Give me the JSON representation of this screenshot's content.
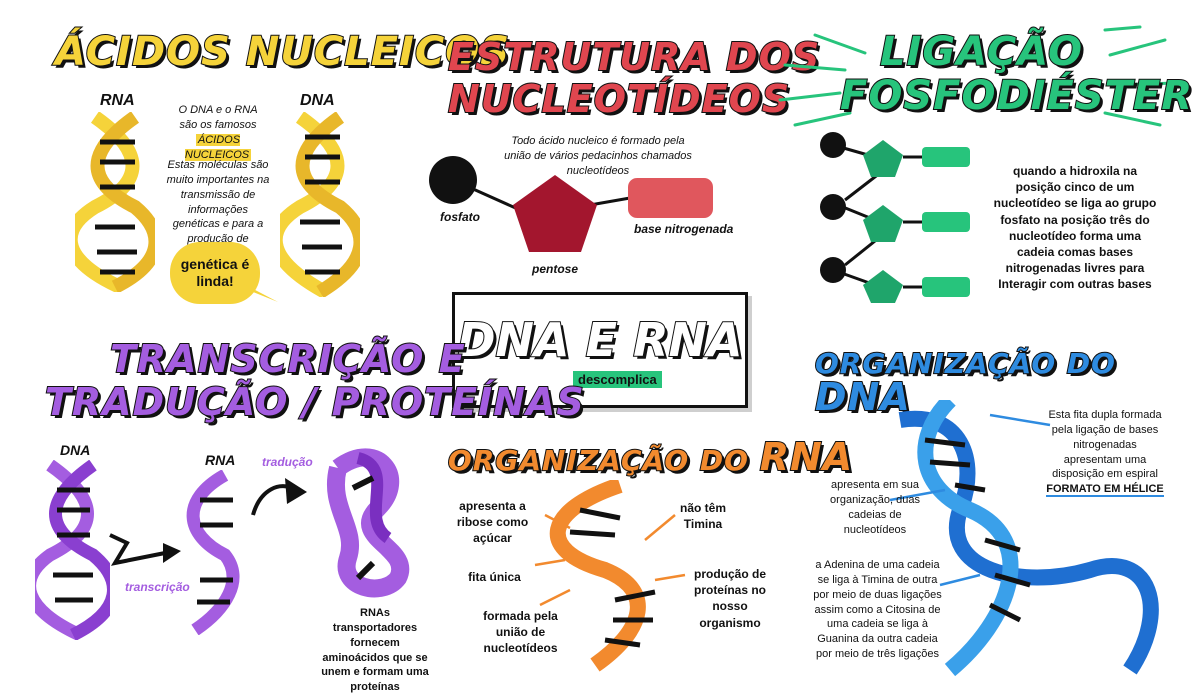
{
  "sections": {
    "acidos": {
      "title": "ÁCIDOS NUCLEICOS",
      "rna_label": "RNA",
      "dna_label": "DNA",
      "text1_a": "O DNA e o RNA",
      "text1_b": "são os famosos",
      "text1_c": "ÁCIDOS NUCLEICOS",
      "text2": "Estas moléculas são muito importantes na transmissão de informações genéticas e para a produção de proteínas",
      "bubble": "genética é linda!"
    },
    "estrutura": {
      "title_line1": "ESTRUTURA DOS",
      "title_line2": "NUCLEOTÍDEOS",
      "intro": "Todo ácido nucleico é formado pela união de vários pedacinhos chamados nucleotídeos",
      "fosfato": "fosfato",
      "pentose": "pentose",
      "base": "base nitrogenada"
    },
    "ligacao": {
      "title_line1": "LIGAÇÃO",
      "title_line2": "FOSFODIÉSTER",
      "text": "quando a hidroxila na posição cinco de um nucleotídeo se liga ao grupo fosfato na posição três do nucleotídeo forma uma cadeia comas bases nitrogenadas livres para Interagir com outras bases"
    },
    "center": {
      "title": "DNA E RNA",
      "logo_a": "des",
      "logo_b": "complica"
    },
    "transcricao": {
      "title_line1": "TRANSCRIÇÃO E",
      "title_line2": "TRADUÇÃO / PROTEÍNAS",
      "dna_label": "DNA",
      "rna_label": "RNA",
      "transcricao_label": "transcrição",
      "traducao_label": "tradução",
      "text": "RNAs transportadores fornecem aminoácidos que se unem e formam uma proteínas"
    },
    "org_rna": {
      "title_a": "ORGANIZAÇÃO DO",
      "title_b": "RNA",
      "l1": "apresenta a ribose como açúcar",
      "l2": "fita única",
      "l3": "formada pela união de nucleotídeos",
      "r1": "não têm Timina",
      "r2": "produção de proteínas no nosso organismo"
    },
    "org_dna": {
      "title_a": "ORGANIZAÇÃO DO",
      "title_b": "DNA",
      "t1": "Esta fita dupla formada pela ligação de bases nitrogenadas apresentam uma disposição em espiral",
      "t1_em": "FORMATO EM HÉLICE",
      "t2": "apresenta em sua organização, duas cadeias de nucleotídeos",
      "t3": "a Adenina de uma cadeia se liga à Timina de outra por meio de duas ligações assim como a Citosina de uma cadeia se liga à Guanina da outra cadeia por meio de três ligações"
    }
  },
  "colors": {
    "yellow": "#f5d33a",
    "red": "#e0464f",
    "green": "#27c47c",
    "purple": "#a45de0",
    "orange": "#f28a2e",
    "blue": "#2e8be0"
  }
}
